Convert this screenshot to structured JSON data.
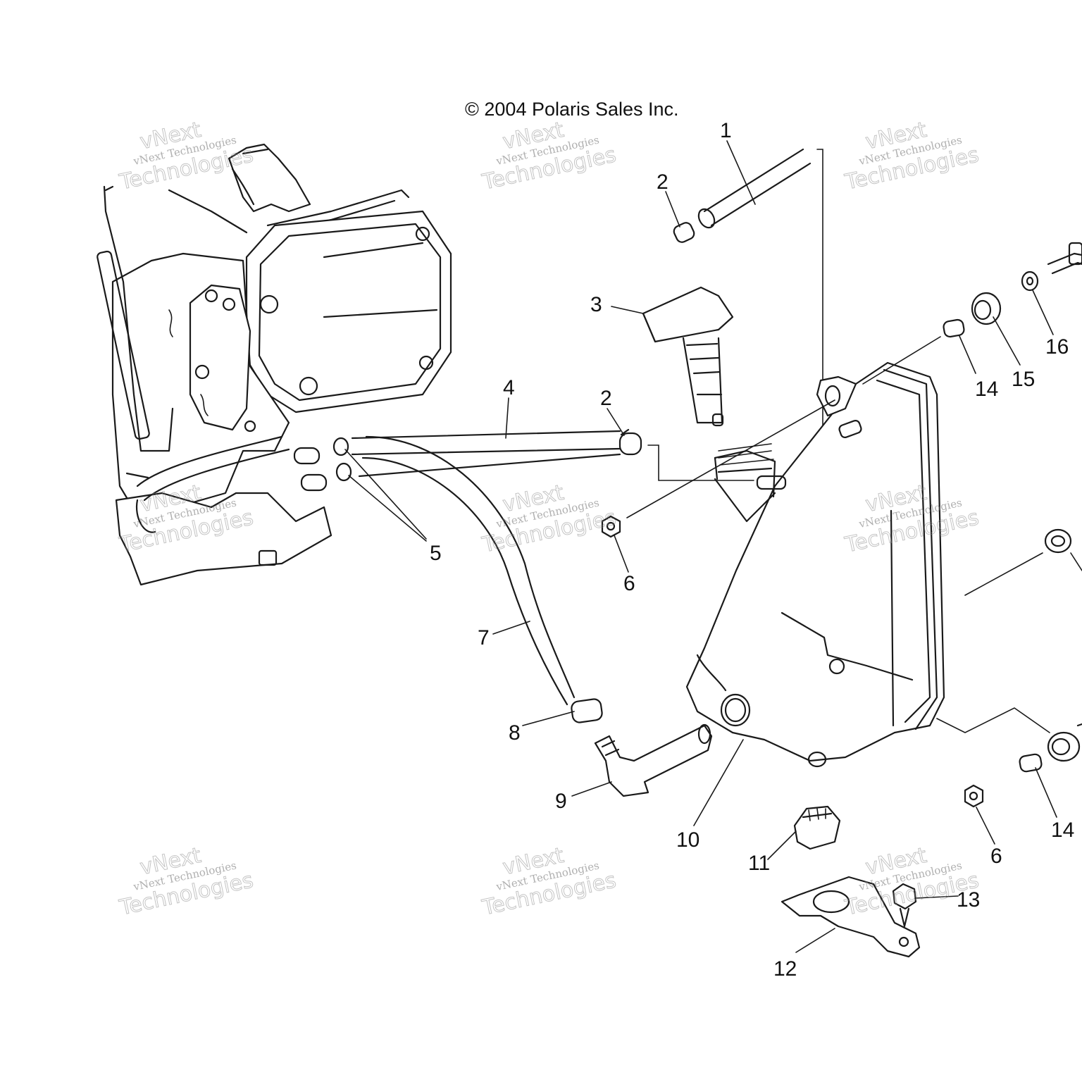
{
  "copyright": "© 2004 Polaris Sales Inc.",
  "watermark": {
    "line1": "vNext",
    "line2": "vNext Technologies",
    "line3": "Technologies"
  },
  "callouts": [
    "1",
    "2",
    "3",
    "4",
    "2",
    "5",
    "6",
    "7",
    "8",
    "9",
    "10",
    "11",
    "12",
    "13",
    "14",
    "15",
    "16",
    "14",
    "6"
  ],
  "colors": {
    "ink": "#1a1a1a",
    "background": "#ffffff",
    "watermark": "#8a8a8a"
  }
}
